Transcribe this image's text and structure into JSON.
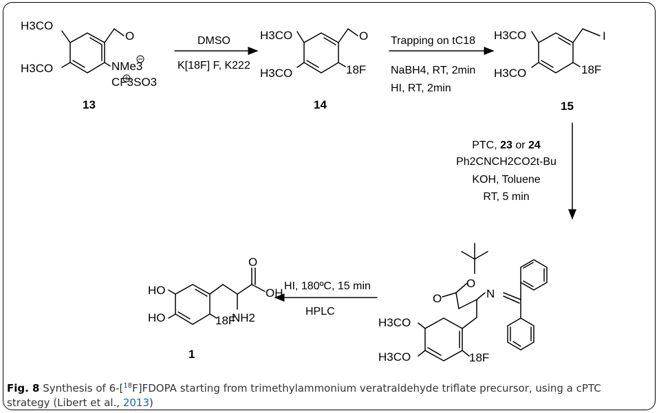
{
  "compounds": {
    "c13": {
      "number": "13",
      "ome_top": "H3CO",
      "ome_bottom": "H3CO",
      "nme3": "NMe3",
      "triflate": "CF3SO3"
    },
    "c14": {
      "number": "14",
      "ome_top": "H3CO",
      "ome_bottom": "H3CO",
      "f18": "18F"
    },
    "c15": {
      "number": "15",
      "ome_top": "H3CO",
      "ome_bottom": "H3CO",
      "iodo": "I",
      "f18": "18F"
    },
    "c1": {
      "number": "1",
      "ho_top": "HO",
      "ho_bottom": "HO",
      "nh2": "NH2",
      "oh": "OH",
      "o": "O",
      "f18": "18F"
    },
    "intermediate": {
      "ome_top": "H3CO",
      "ome_bottom": "H3CO",
      "o_ester": "O",
      "o_carbonyl": "O",
      "n": "N",
      "f18": "18F"
    }
  },
  "steps": {
    "step1": {
      "above": "DMSO",
      "below": "K[18F] F, K222"
    },
    "step2": {
      "above": "Trapping on tC18",
      "below_1": "NaBH4, RT, 2min",
      "below_2": "HI, RT, 2min"
    },
    "step3": {
      "line_1": "PTC, ",
      "line_1_bold_a": "23",
      "line_1_mid": " or ",
      "line_1_bold_b": "24",
      "line_2": "Ph2CNCH2CO2t-Bu",
      "line_3": "KOH, Toluene",
      "line_4": "RT, 5 min"
    },
    "step4": {
      "above": "HI, 180ºC, 15 min",
      "below": "HPLC"
    }
  },
  "caption": {
    "fig_label": "Fig. 8",
    "text_1": "Synthesis of 6-[",
    "sup": "18",
    "text_2": "F]FDOPA starting from trimethylammonium veratraldehyde triflate precursor, using a cPTC strategy (Libert et al., ",
    "year": "2013",
    "text_3": ")"
  }
}
